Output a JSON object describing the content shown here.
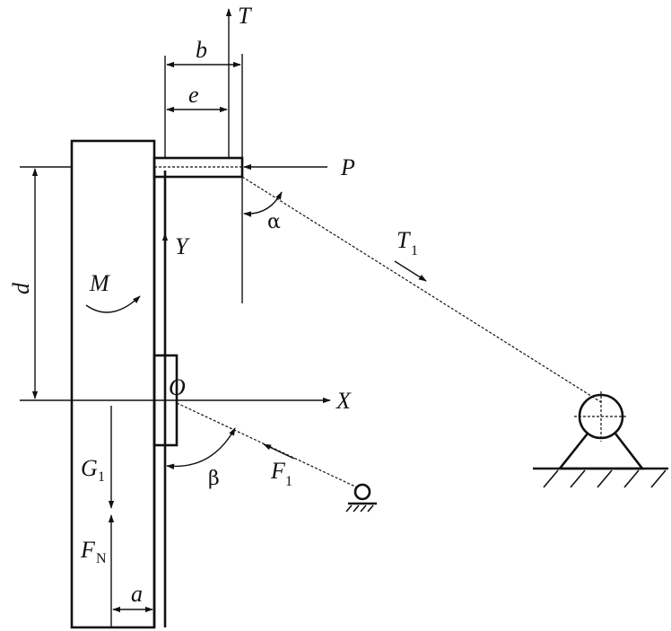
{
  "labels": {
    "T": "T",
    "b": "b",
    "e": "e",
    "P": "P",
    "d": "d",
    "alpha": "α",
    "T1_main": "T",
    "T1_sub": "1",
    "Y": "Y",
    "M": "M",
    "O": "O",
    "X": "X",
    "G1_main": "G",
    "G1_sub": "1",
    "beta": "β",
    "F1_main": "F",
    "F1_sub": "1",
    "FN_main": "F",
    "FN_sub": "N",
    "a": "a"
  }
}
